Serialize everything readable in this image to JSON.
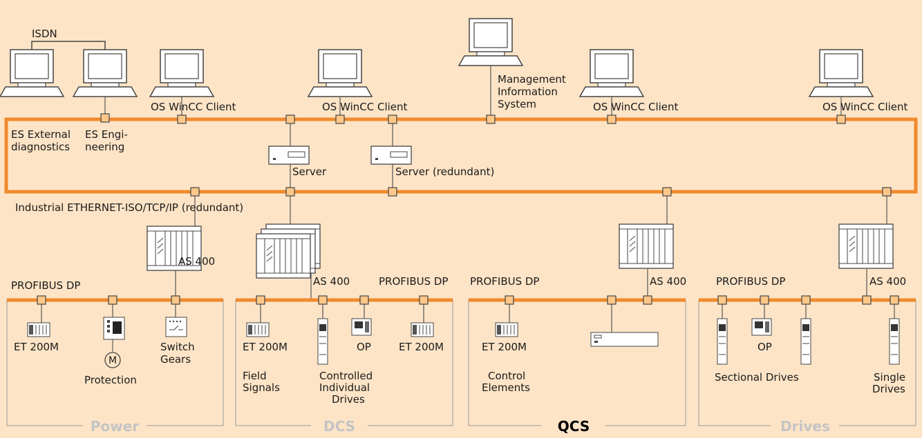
{
  "colors": {
    "background": "#fde4c6",
    "bus": "#f08a2c",
    "node_fill": "#fbc88a",
    "line": "#555555",
    "section_border": "#9a9a9a"
  },
  "top_labels": {
    "isdn": "ISDN",
    "os_client_1": "OS WinCC Client",
    "os_client_2": "OS WinCC Client",
    "os_client_3": "OS WinCC Client",
    "os_client_4": "OS WinCC Client",
    "mis_line1": "Management",
    "mis_line2": "Information",
    "mis_line3": "System",
    "es_ext_line1": "ES External",
    "es_ext_line2": "diagnostics",
    "es_eng_line1": "ES Engi-",
    "es_eng_line2": "neering",
    "server": "Server",
    "server_redundant": "Server (redundant)",
    "ethernet": "Industrial ETHERNET-ISO/TCP/IP (redundant)"
  },
  "power": {
    "title": "Power",
    "profibus": "PROFIBUS DP",
    "as400": "AS 400",
    "et200m": "ET 200M",
    "motor": "M",
    "protection": "Protection",
    "switch_line1": "Switch",
    "switch_line2": "Gears"
  },
  "dcs": {
    "title": "DCS",
    "as400": "AS 400",
    "profibus": "PROFIBUS DP",
    "et200m_1": "ET 200M",
    "op": "OP",
    "et200m_2": "ET 200M",
    "field_line1": "Field",
    "field_line2": "Signals",
    "cid_line1": "Controlled",
    "cid_line2": "Individual",
    "cid_line3": "Drives"
  },
  "qcs": {
    "title": "QCS",
    "profibus": "PROFIBUS DP",
    "as400": "AS 400",
    "et200m": "ET 200M",
    "ctrl_line1": "Control",
    "ctrl_line2": "Elements"
  },
  "drives": {
    "title": "Drives",
    "profibus": "PROFIBUS DP",
    "as400": "AS 400",
    "op": "OP",
    "sectional": "Sectional Drives",
    "single_line1": "Single",
    "single_line2": "Drives"
  }
}
